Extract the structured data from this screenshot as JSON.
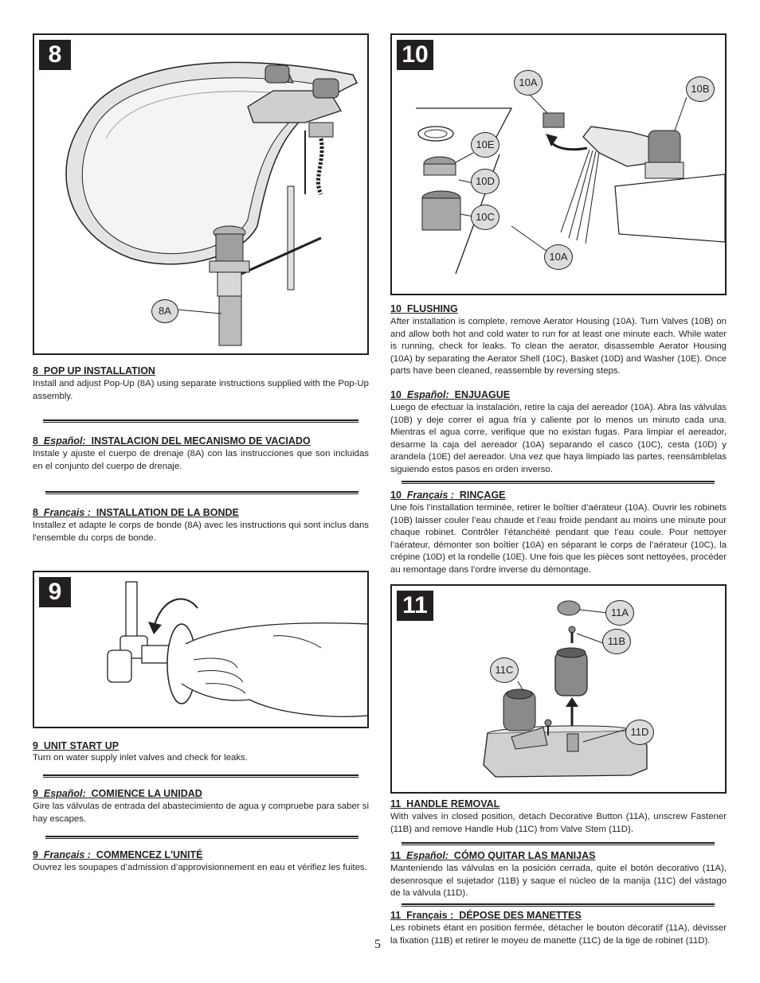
{
  "page_number": "5",
  "fig8": {
    "number": "8",
    "callouts": {
      "a": "8A"
    }
  },
  "fig9": {
    "number": "9"
  },
  "fig10": {
    "number": "10",
    "callouts": {
      "a1": "10A",
      "b": "10B",
      "e": "10E",
      "d": "10D",
      "c": "10C",
      "a2": "10A"
    }
  },
  "fig11": {
    "number": "11",
    "callouts": {
      "a": "11A",
      "b": "11B",
      "c": "11C",
      "d": "11D"
    }
  },
  "sec8": {
    "en": {
      "num": "8",
      "sp": "",
      "title": "POP UP INSTALLATION",
      "body": "Install and adjust Pop-Up (8A) using separate instructions supplied with the Pop-Up assembly."
    },
    "es": {
      "num": "8",
      "sp": "Español:",
      "title": "INSTALACION DEL MECANISMO DE VACIADO",
      "body": "Instale y ajuste el cuerpo de drenaje (8A) con las instrucciones que son incluidas en el conjunto del cuerpo de drenaje."
    },
    "fr": {
      "num": "8",
      "sp": "Français :",
      "title": "INSTALLATION DE LA BONDE",
      "body": "Installez et adapte le corps de bonde (8A) avec les instructions qui sont inclus dans l'ensemble du corps de bonde."
    }
  },
  "sec9": {
    "en": {
      "num": "9",
      "sp": "",
      "title": "UNIT START UP",
      "body": "Turn on water supply inlet valves and check for leaks."
    },
    "es": {
      "num": "9",
      "sp": "Español:",
      "title": "COMIENCE LA UNIDAD",
      "body": "Gire las válvulas de entrada del abastecimiento de agua y compruebe para saber si hay escapes."
    },
    "fr": {
      "num": "9",
      "sp": "Français :",
      "title": "COMMENCEZ L'UNITÉ",
      "body": "Ouvrez les soupapes d’admission d’approvisionnement en eau et vérifiez les fuites."
    }
  },
  "sec10": {
    "en": {
      "num": "10",
      "sp": "",
      "title": "FLUSHING",
      "body": "After installation is complete, remove Aerator Housing (10A). Turn Valves (10B) on and allow both hot and cold water to run for at least one minute each. While water is running, check for leaks. To clean the aerator, disassemble Aerator Housing (10A) by separating the Aerator Shell (10C), Basket (10D) and Washer (10E). Once parts have been cleaned, reassemble by reversing steps."
    },
    "es": {
      "num": "10",
      "sp": "Español:",
      "title": "ENJUAGUE",
      "body": "Luego de efectuar la instalación, retire la caja del aereador (10A). Abra las válvulas (10B) y deje correr el agua fría y caliente por lo menos un minuto cada una. Mientras el agua corre, verifique que no existan fugas. Para limpiar el aereador, desarme la caja del aereador (10A) separando el casco (10C), cesta (10D) y arandela (10E) del aereador. Una vez que haya limpiado las partes, reensámblelas siguiendo estos pasos en orden inverso."
    },
    "fr": {
      "num": "10",
      "sp": "Français :",
      "title": "RINÇAGE",
      "body": "Une fois l’installation terminée, retirer le boîtier d’aérateur (10A). Ouvrir les robinets (10B) laisser couler l’eau chaude et l’eau froide pendant au moins une minute pour chaque robinet. Contrôler l’étanchéité pendant que l’eau coule. Pour nettoyer l’aérateur, démonter son boîtier (10A) en séparant le corps de l’aérateur (10C), la crépine (10D) et la rondelle (10E). Une fois que les pièces sont nettoyées, procéder au remontage dans l’ordre inverse du démontage."
    }
  },
  "sec11": {
    "en": {
      "num": "11",
      "sp": "",
      "title": "HANDLE REMOVAL",
      "body": "With valves in closed position, detach Decorative Button (11A), unscrew Fastener (11B) and remove Handle Hub (11C) from Valve Stem (11D)."
    },
    "es": {
      "num": "11",
      "sp": "Español:",
      "title": "CÓMO QUITAR LAS MANIJAS",
      "body": "Manteniendo las válvulas en la posición cerrada, quite el botón decorativo (11A), desenrosque el sujetador (11B) y saque el núcleo de la manija (11C) del vástago de la válvula (11D)."
    },
    "fr": {
      "num": "11",
      "sp": "Français :",
      "title": "DÉPOSE DES MANETTES",
      "body": "Les robinets étant en position fermée, détacher le bouton décoratif (11A), dévisser la fixation (11B) et retirer le moyeu de manette (11C) de la tige de robinet (11D)."
    }
  }
}
